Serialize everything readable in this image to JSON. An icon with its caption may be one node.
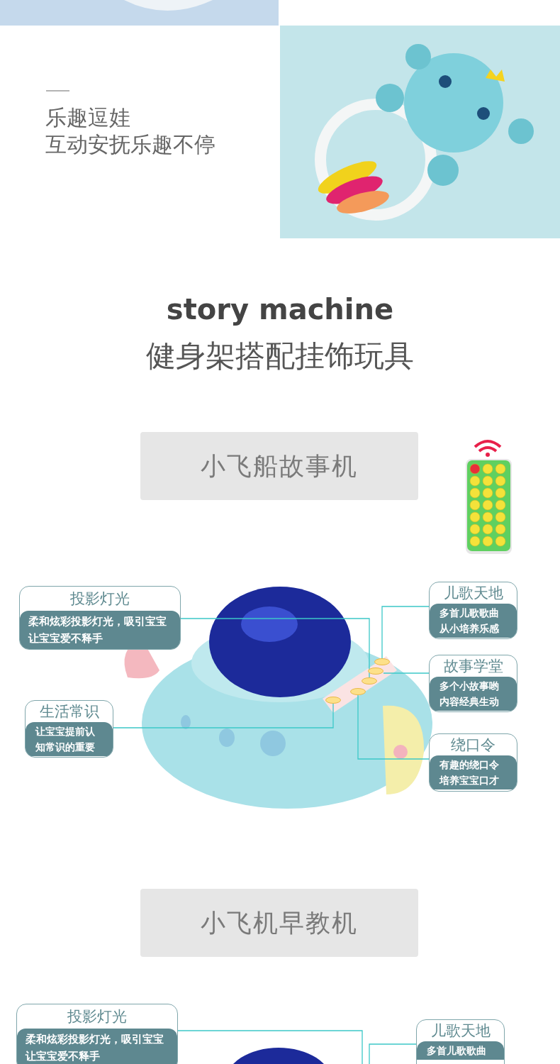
{
  "diagram": {
    "nodes": [
      {
        "text": [
          "小飞船故事机"
        ]
      },
      {
        "text": [
          "投影灯光",
          "柔和炫彩投影灯光，吸引宝宝让宝宝爱不释手"
        ]
      },
      {
        "text": [
          "儿歌天地",
          "多首儿歌歌曲从小培养乐感"
        ]
      },
      {
        "text": [
          "故事学堂",
          "多个小故事哟内容经典生动"
        ]
      },
      {
        "text": [
          "生活常识",
          "让宝宝提前认知常识的重要"
        ]
      },
      {
        "text": [
          "绕口令",
          "有趣的绕口令培养宝宝口才"
        ]
      },
      {
        "text": [],
        "shape": "button"
      },
      {
        "text": [],
        "shape": "button"
      },
      {
        "text": [],
        "shape": "button"
      },
      {
        "text": [],
        "shape": "button"
      },
      {
        "text": [],
        "shape": "button"
      },
      {
        "text": [
          "小飞机早教机"
        ]
      },
      {
        "text": [
          "投影灯光",
          "柔和炫彩投影灯光，吸引宝宝让宝宝爱不释手"
        ]
      },
      {
        "text": [
          "儿歌天地",
          "多首儿歌歌曲"
        ]
      }
    ],
    "edges": [
      {
        "from": 1,
        "to": 8,
        "arrow": "none"
      },
      {
        "from": 2,
        "to": 6,
        "arrow": "none"
      },
      {
        "from": 3,
        "to": 7,
        "arrow": "none"
      },
      {
        "from": 4,
        "to": 10,
        "arrow": "none"
      },
      {
        "from": 5,
        "to": 9,
        "arrow": "none"
      },
      {
        "from": 12,
        "to": null,
        "arrow": "none"
      },
      {
        "from": 13,
        "to": null,
        "arrow": "none"
      }
    ],
    "labels": [
      "乐趣逗娃",
      "互动安抚乐趣不停",
      "story machine",
      "健身架搭配挂饰玩具"
    ]
  }
}
